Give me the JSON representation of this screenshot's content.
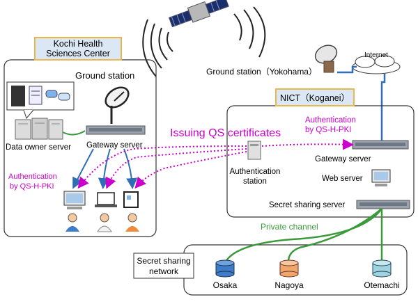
{
  "kochi": {
    "title_line1": "Kochi Health",
    "title_line2": "Sciences Center",
    "ground_station": "Ground station",
    "data_owner_server": "Data owner server",
    "gateway_server": "Gateway server",
    "auth_line1": "Authentication",
    "auth_line2": "by QS-H-PKI"
  },
  "yokohama": {
    "label": "Ground station（Yokohama）"
  },
  "internet": {
    "label": "Internet"
  },
  "nict": {
    "title": "NICT（Koganei）",
    "auth_line1": "Authentication",
    "auth_line2": "by QS-H-PKI",
    "gateway_server": "Gateway server",
    "web_server": "Web server",
    "secret_sharing_server": "Secret sharing server"
  },
  "center": {
    "issuing": "Issuing QS certificates",
    "auth_station_line1": "Authentication",
    "auth_station_line2": "station"
  },
  "network": {
    "private_channel": "Private channel",
    "title_line1": "Secret sharing",
    "title_line2": "network",
    "nodes": [
      "Osaka",
      "Nagoya",
      "Otemachi"
    ]
  },
  "colors": {
    "magenta": "#cc00cc",
    "green": "#3a9a3a",
    "blue": "#2f6db5",
    "label_box": "#dbe7f5",
    "label_border": "#e8b84a"
  }
}
